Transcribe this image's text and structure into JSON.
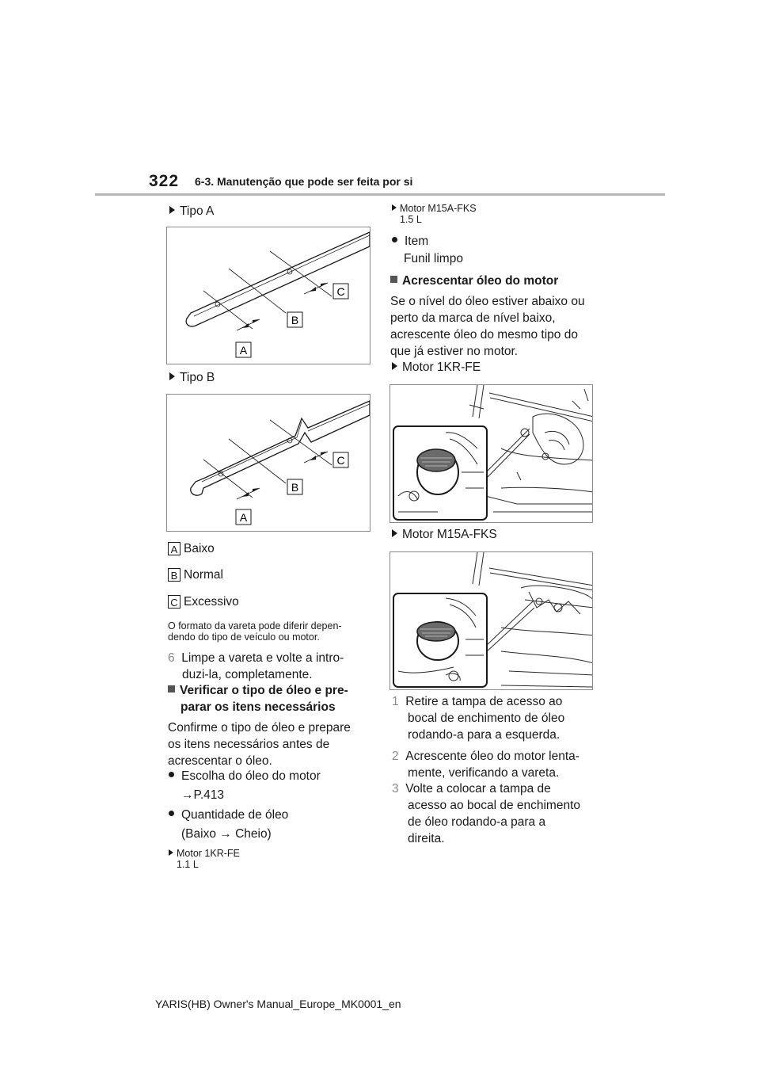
{
  "header": {
    "page_number": "322",
    "section_title": "6-3. Manutenção que pode ser feita por si"
  },
  "left": {
    "type_a": "Tipo A",
    "type_b": "Tipo B",
    "label_a": "A",
    "label_b": "B",
    "label_c": "C",
    "legend": [
      {
        "letter": "A",
        "text": "Baixo"
      },
      {
        "letter": "B",
        "text": "Normal"
      },
      {
        "letter": "C",
        "text": "Excessivo"
      }
    ],
    "note_line1": "O formato da vareta pode diferir depen-",
    "note_line2": "dendo do tipo de veículo ou motor.",
    "step6_num": "6",
    "step6_line1": "Limpe a vareta e volte a intro-",
    "step6_line2": "duzi-la, completamente.",
    "heading_line1": "Verificar o tipo de óleo e pre-",
    "heading_line2": "parar os itens necessários",
    "para_line1": "Confirme o tipo de óleo e prepare",
    "para_line2": "os itens necessários antes de",
    "para_line3": "acrescentar o óleo.",
    "bullet1": "Escolha do óleo do motor",
    "bullet1_ref": "P.413",
    "bullet2": "Quantidade de óleo",
    "bullet2_sub": "(Baixo → Cheio)",
    "bullet2_sub_a": "(Baixo",
    "bullet2_sub_b": "Cheio)",
    "arrow_symbol": "→",
    "motor_1kr": "Motor 1KR-FE",
    "motor_1kr_value": "1.1 L"
  },
  "right": {
    "motor_m15a_small": "Motor M15A-FKS",
    "motor_m15a_value": "1.5 L",
    "item_label": "Item",
    "item_value": "Funil limpo",
    "heading": "Acrescentar óleo do motor",
    "para_line1": "Se o nível do óleo estiver abaixo ou",
    "para_line2": "perto da marca de nível baixo,",
    "para_line3": "acrescente óleo do mesmo tipo do",
    "para_line4": "que já estiver no motor.",
    "fig1_label": "Motor 1KR-FE",
    "fig2_label": "Motor M15A-FKS",
    "steps": [
      {
        "num": "1",
        "line1": "Retire a tampa de acesso ao",
        "line2": "bocal de enchimento de óleo",
        "line3": "rodando-a para a esquerda."
      },
      {
        "num": "2",
        "line1": "Acrescente óleo do motor lenta-",
        "line2": "mente, verificando a vareta."
      },
      {
        "num": "3",
        "line1": "Volte a colocar a tampa de",
        "line2": "acesso ao bocal de enchimento",
        "line3": "de óleo rodando-a para a",
        "line4": "direita."
      }
    ]
  },
  "footer": {
    "text": "YARIS(HB) Owner's Manual_Europe_MK0001_en"
  }
}
